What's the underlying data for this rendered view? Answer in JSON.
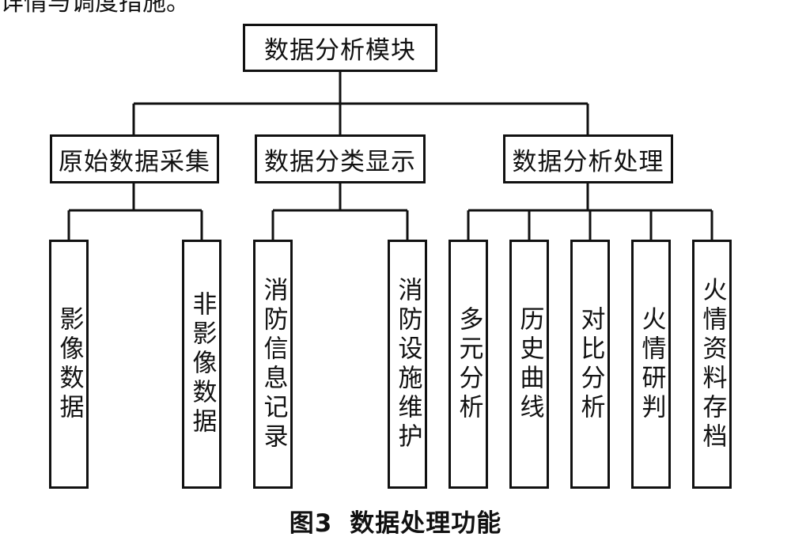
{
  "top_text": "详情与调度措施。",
  "root": "数据分析模块",
  "level1": [
    "原始数据采集",
    "数据分类显示",
    "数据分析处理"
  ],
  "level2": {
    "group1": [
      "影像数据",
      "非影像数据"
    ],
    "group2": [
      "消防信息记录",
      "消防设施维护"
    ],
    "group3": [
      "多元分析",
      "历史曲线",
      "对比分析",
      "火情研判",
      "火情资料存档"
    ]
  },
  "caption": {
    "figure_number": "图3",
    "title": "数据处理功能"
  }
}
